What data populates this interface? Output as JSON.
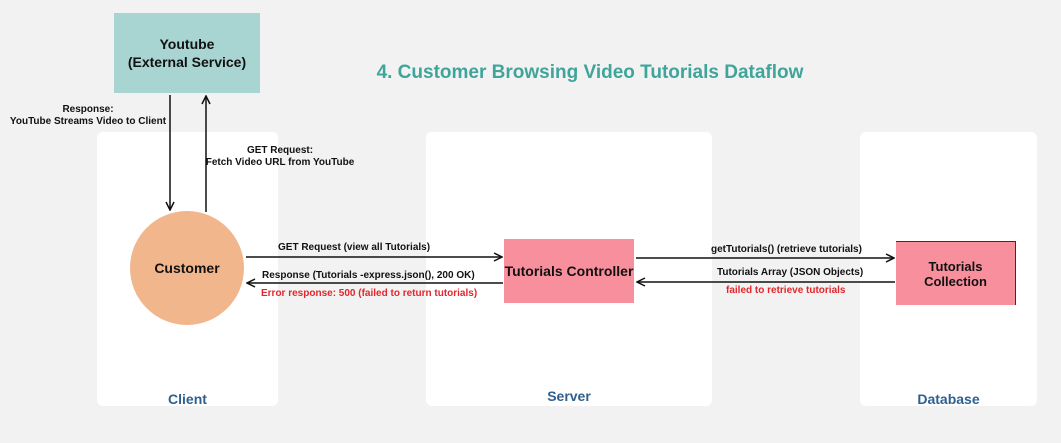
{
  "title": "4. Customer Browsing Video Tutorials Dataflow",
  "lanes": {
    "client": "Client",
    "server": "Server",
    "database": "Database"
  },
  "nodes": {
    "youtube": "Youtube\n(External Service)",
    "customer": "Customer",
    "controller": "Tutorials Controller",
    "collection": "Tutorials Collection"
  },
  "edges": {
    "yt_response": "Response:\nYouTube Streams Video to Client",
    "yt_get": "GET Request:\nFetch Video URL from YouTube",
    "get_all": "GET Request (view all Tutorials)",
    "response_ok": "Response (Tutorials -express.json(), 200 OK)",
    "error_500": "Error response: 500 (failed to return tutorials)",
    "get_tutorials": "getTutorials() (retrieve tutorials)",
    "tutorials_array": "Tutorials Array (JSON Objects)",
    "failed_retrieve": "failed to retrieve tutorials"
  },
  "colors": {
    "title": "#3fa59a",
    "lane_label": "#2f5f8f",
    "youtube": "#a8d5d1",
    "customer": "#f2b68c",
    "controller": "#f78f9d",
    "error": "#e3262b"
  }
}
